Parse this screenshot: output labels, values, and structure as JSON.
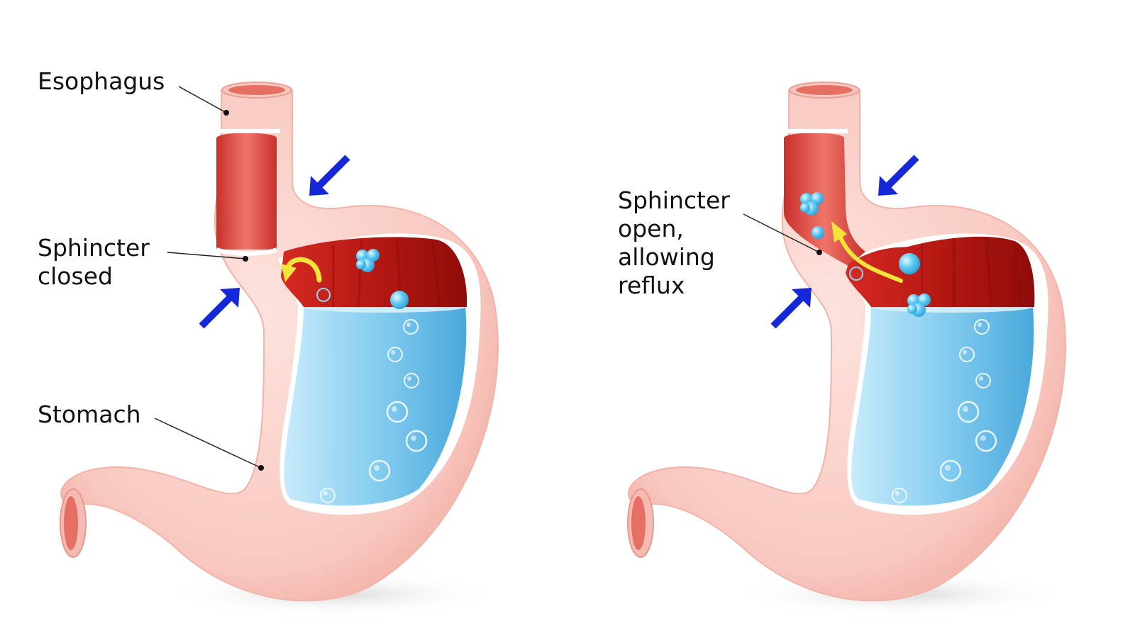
{
  "labels": {
    "esophagus": "Esophagus",
    "sphincter_closed": [
      "Sphincter",
      "closed"
    ],
    "stomach": "Stomach",
    "sphincter_open": [
      "Sphincter",
      "open,",
      "allowing",
      "reflux"
    ]
  },
  "colors": {
    "tissue": "#f7c4bc",
    "tissue_light": "#fde2dc",
    "tissue_edge": "#f0a59a",
    "lumen": "#d9463f",
    "acid_dark": "#a01210",
    "acid_mid": "#c5221c",
    "fluid": "#74c4ea",
    "fluid_light": "#bfe6f8",
    "pressure_arrow": "#1428d8",
    "reflux_arrow": "#f4e33a",
    "bubble": "#4fc3f0",
    "leader_line": "#222222"
  },
  "icons": [
    "pressure-arrow-icon",
    "reflux-arrow-icon",
    "bubble-icon"
  ]
}
